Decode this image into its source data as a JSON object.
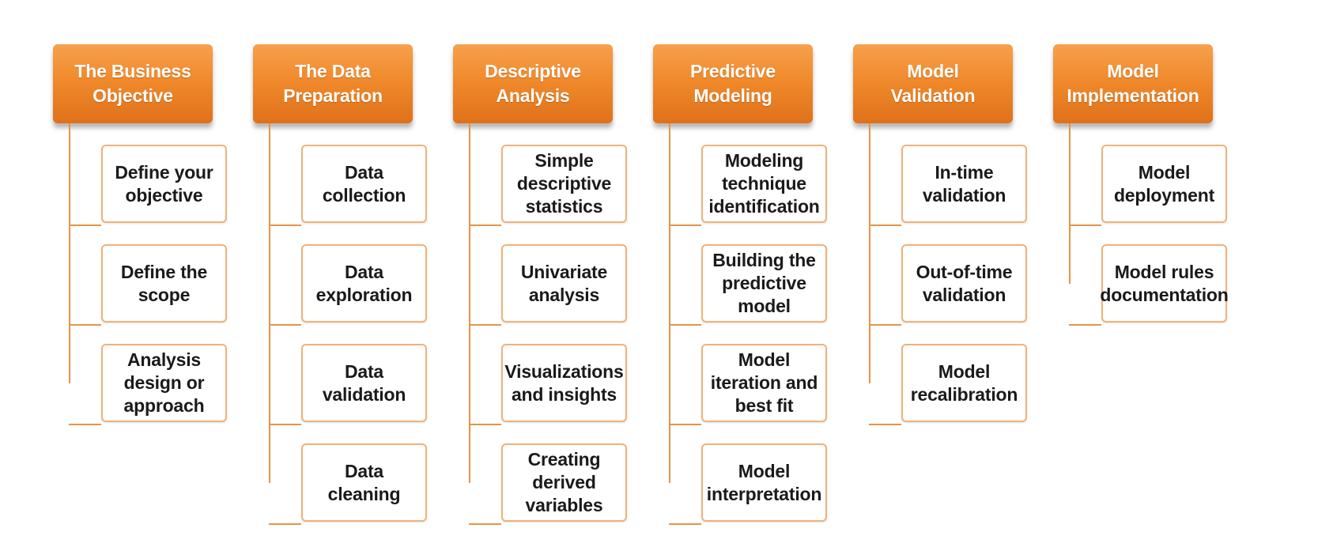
{
  "columns": [
    {
      "title": "The Business\nObjective",
      "items": [
        "Define your\nobjective",
        "Define the\nscope",
        "Analysis\ndesign or\napproach"
      ]
    },
    {
      "title": "The Data\nPreparation",
      "items": [
        "Data\ncollection",
        "Data\nexploration",
        "Data\nvalidation",
        "Data\ncleaning"
      ]
    },
    {
      "title": "Descriptive\nAnalysis",
      "items": [
        "Simple\ndescriptive\nstatistics",
        "Univariate\nanalysis",
        "Visualizations\nand insights",
        "Creating\nderived\nvariables"
      ]
    },
    {
      "title": "Predictive\nModeling",
      "items": [
        "Modeling\ntechnique\nidentification",
        "Building the\npredictive\nmodel",
        "Model\niteration and\nbest fit",
        "Model\ninterpretation"
      ]
    },
    {
      "title": "Model\nValidation",
      "items": [
        "In-time\nvalidation",
        "Out-of-time\nvalidation",
        "Model\nrecalibration"
      ]
    },
    {
      "title": "Model\nImplementation",
      "items": [
        "Model\ndeployment",
        "Model rules\ndocumentation"
      ]
    }
  ],
  "colors": {
    "header_orange": "#f08a2c",
    "connector": "#e59448",
    "item_border": "#f0b27a",
    "item_text": "#1a1a1a"
  }
}
